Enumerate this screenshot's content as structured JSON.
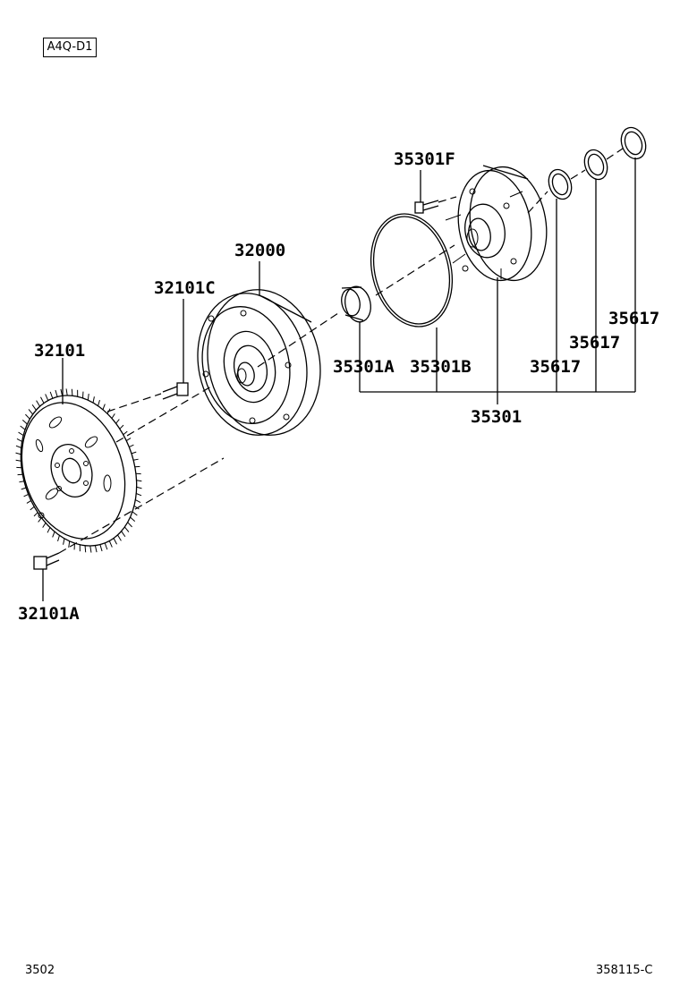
{
  "diagram": {
    "section_code": "A4Q-D1",
    "labels": {
      "p32101": "32101",
      "p32101C": "32101C",
      "p32000": "32000",
      "p35301F": "35301F",
      "p35301A": "35301A",
      "p35301B": "35301B",
      "p35301": "35301",
      "p35617_a": "35617",
      "p35617_b": "35617",
      "p35617_c": "35617",
      "p32101A": "32101A"
    },
    "footer": {
      "left": "3502",
      "right": "358115-C"
    }
  }
}
